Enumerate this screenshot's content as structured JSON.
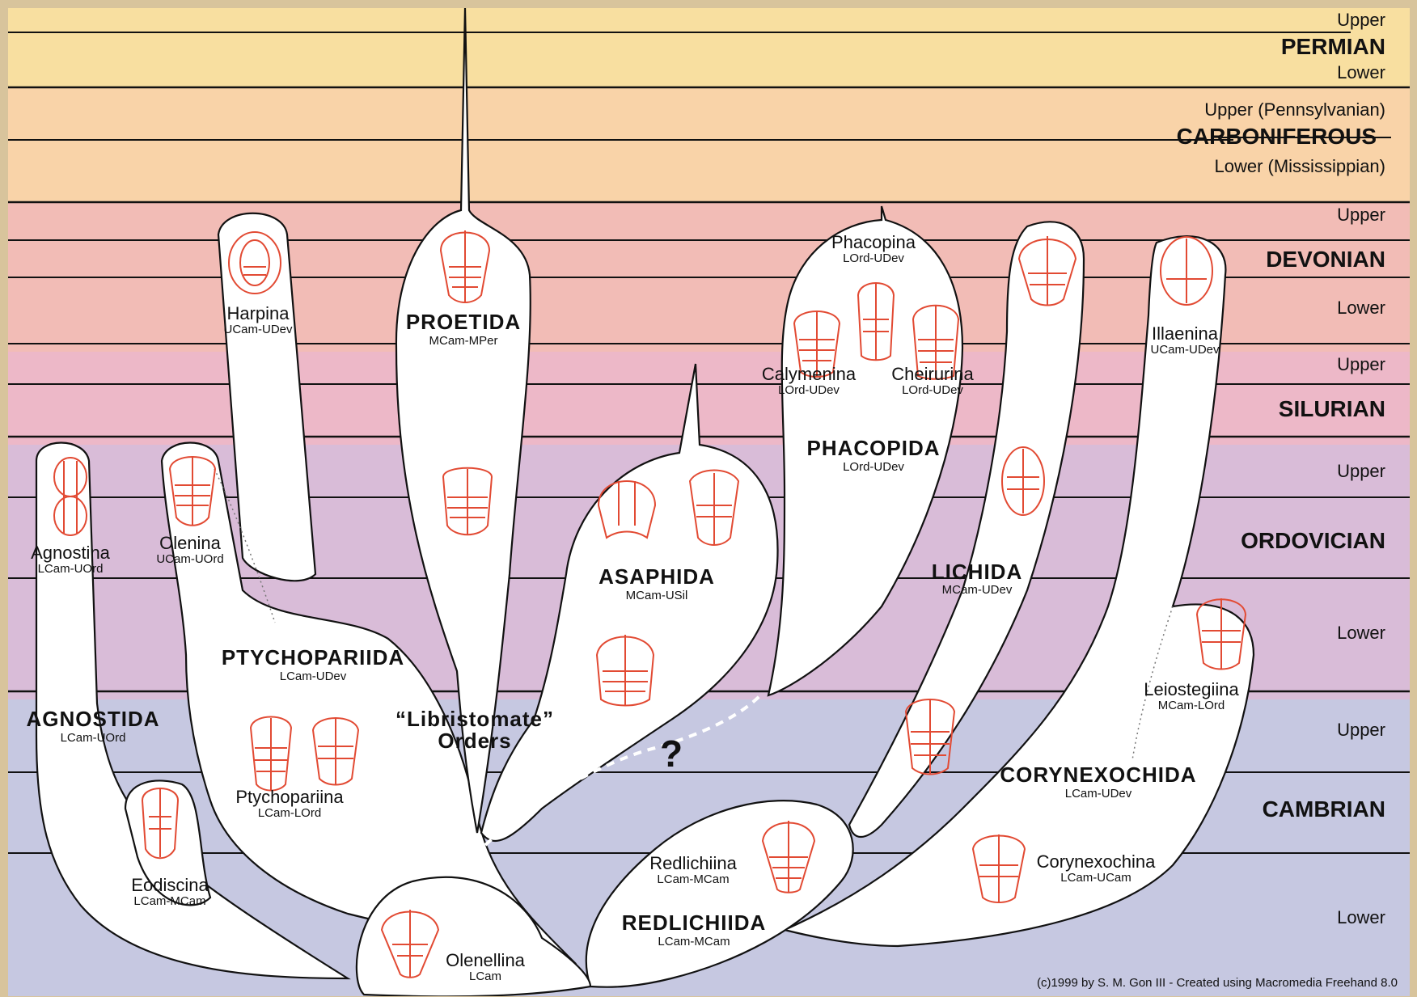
{
  "colors": {
    "permian": "#f8dfa0",
    "carboniferous": "#f9d3a8",
    "devonian": "#f2bcb6",
    "silurian": "#edb8c8",
    "ordovician": "#d9bcd8",
    "cambrian": "#c6c8e1",
    "lobe_fill": "#ffffff",
    "fossil_line": "#e24a33"
  },
  "periods": [
    {
      "name": "PERMIAN",
      "epochs": [
        "Upper",
        "Lower"
      ]
    },
    {
      "name": "CARBONIFEROUS",
      "epochs": [
        "Upper (Pennsylvanian)",
        "Lower (Mississippian)"
      ]
    },
    {
      "name": "DEVONIAN",
      "epochs": [
        "Upper",
        "Lower"
      ]
    },
    {
      "name": "SILURIAN",
      "epochs": [
        "Upper"
      ]
    },
    {
      "name": "ORDOVICIAN",
      "epochs": [
        "Upper",
        "Lower"
      ]
    },
    {
      "name": "CAMBRIAN",
      "epochs": [
        "Upper",
        "Lower"
      ]
    }
  ],
  "orders": [
    {
      "id": "agnostida",
      "name": "AGNOSTIDA",
      "range": "LCam-UOrd"
    },
    {
      "id": "ptychopariida",
      "name": "PTYCHOPARIIDA",
      "range": "LCam-UDev"
    },
    {
      "id": "proetida",
      "name": "PROETIDA",
      "range": "MCam-MPer"
    },
    {
      "id": "asaphida",
      "name": "ASAPHIDA",
      "range": "MCam-USil"
    },
    {
      "id": "phacopida",
      "name": "PHACOPIDA",
      "range": "LOrd-UDev"
    },
    {
      "id": "lichida",
      "name": "LICHIDA",
      "range": "MCam-UDev"
    },
    {
      "id": "corynexochida",
      "name": "CORYNEXOCHIDA",
      "range": "LCam-UDev"
    },
    {
      "id": "redlichiida",
      "name": "REDLICHIIDA",
      "range": "LCam-MCam"
    }
  ],
  "suborders": [
    {
      "id": "agnostina",
      "name": "Agnostina",
      "range": "LCam-UOrd"
    },
    {
      "id": "eodiscina",
      "name": "Eodiscina",
      "range": "LCam-MCam"
    },
    {
      "id": "olenina",
      "name": "Olenina",
      "range": "UCam-UOrd"
    },
    {
      "id": "harpina",
      "name": "Harpina",
      "range": "UCam-UDev"
    },
    {
      "id": "ptychopariina",
      "name": "Ptychopariina",
      "range": "LCam-LOrd"
    },
    {
      "id": "phacopina",
      "name": "Phacopina",
      "range": "LOrd-UDev"
    },
    {
      "id": "calymenina",
      "name": "Calymenina",
      "range": "LOrd-UDev"
    },
    {
      "id": "cheirurina",
      "name": "Cheirurina",
      "range": "LOrd-UDev"
    },
    {
      "id": "illaenina",
      "name": "Illaenina",
      "range": "UCam-UDev"
    },
    {
      "id": "leiostegiina",
      "name": "Leiostegiina",
      "range": "MCam-LOrd"
    },
    {
      "id": "corynexochina",
      "name": "Corynexochina",
      "range": "LCam-UCam"
    },
    {
      "id": "redlichiina",
      "name": "Redlichiina",
      "range": "LCam-MCam"
    },
    {
      "id": "olenellina",
      "name": "Olenellina",
      "range": "LCam"
    }
  ],
  "librostomate": {
    "line1": "“Libristomate”",
    "line2": "Orders"
  },
  "uncertain_mark": "?",
  "credit": "(c)1999 by S. M. Gon III - Created using Macromedia Freehand 8.0"
}
